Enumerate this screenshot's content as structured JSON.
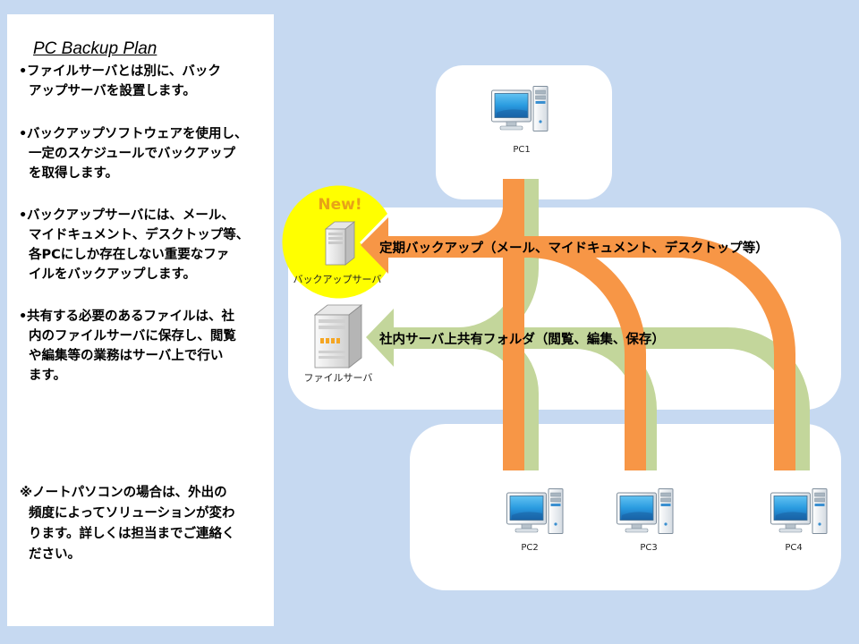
{
  "panel": {
    "title": "PC Backup Plan",
    "bullet_char": "•",
    "bullets": [
      {
        "lines": [
          "ファイルサーバとは別に、バック",
          "アップサーバを設置します。"
        ]
      },
      {
        "lines": [
          "バックアップソフトウェアを使用し、",
          "一定のスケジュールでバックアップ",
          "を取得します。"
        ]
      },
      {
        "lines": [
          "バックアップサーバには、メール、",
          "マイドキュメント、デスクトップ等、",
          "各PCにしか存在しない重要なファ",
          "イルをバックアップします。"
        ]
      },
      {
        "lines": [
          "共有する必要のあるファイルは、社",
          "内のファイルサーバに保存し、閲覧",
          "や編集等の業務はサーバ上で行い",
          "ます。"
        ]
      }
    ],
    "note": {
      "lines": [
        "※ノートパソコンの場合は、外出の",
        "頻度によってソリューションが変わ",
        "ります。詳しくは担当までご連絡く",
        "ださい。"
      ]
    }
  },
  "diagram": {
    "new_badge": "New!",
    "backup_server": {
      "label": "バックアップサーバ",
      "icon": "server-icon"
    },
    "file_server": {
      "label": "ファイルサーバ",
      "icon": "file-server-icon"
    },
    "backup_flow": {
      "label": "定期バックアップ（メール、マイドキュメント、デスクトップ等）"
    },
    "share_flow": {
      "label": "社内サーバ上共有フォルダ（閲覧、編集、保存）"
    },
    "pcs": [
      {
        "label": "PC1",
        "icon": "desktop-pc-icon"
      },
      {
        "label": "PC2",
        "icon": "desktop-pc-icon"
      },
      {
        "label": "PC3",
        "icon": "desktop-pc-icon"
      },
      {
        "label": "PC4",
        "icon": "desktop-pc-icon"
      }
    ]
  },
  "colors": {
    "background": "#c6d9f1",
    "panel": "#ffffff",
    "backup_flow": "#f79646",
    "share_flow": "#c3d69b",
    "new_highlight": "#ffff00",
    "new_badge_text": "#e8a317"
  }
}
